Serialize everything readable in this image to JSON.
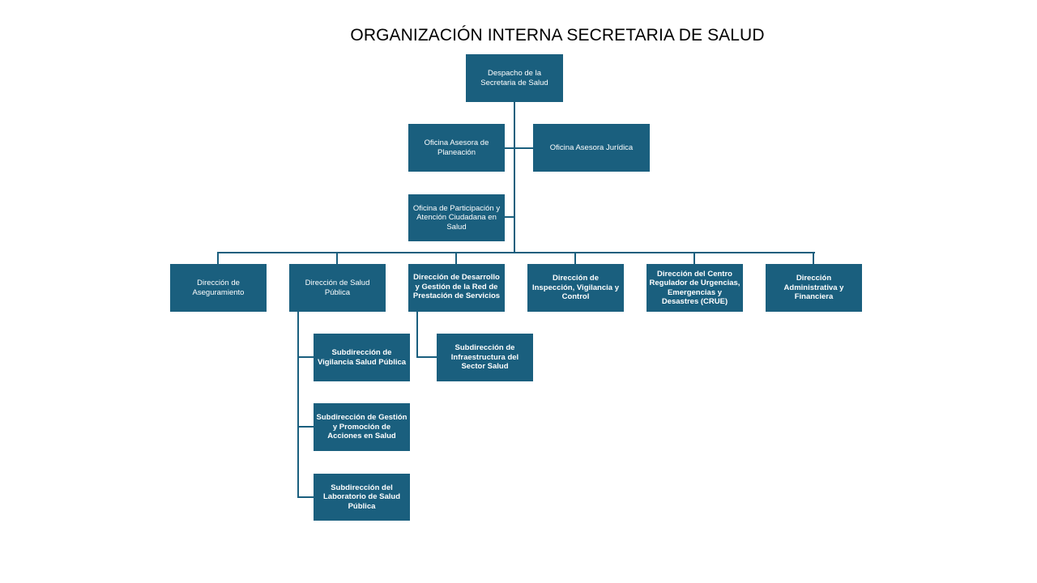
{
  "title": "ORGANIZACIÓN INTERNA SECRETARIA DE SALUD",
  "colors": {
    "box_fill": "#1a5f7e",
    "box_text": "#ffffff",
    "connector": "#1a5f7e"
  },
  "nodes": {
    "despacho": "Despacho de la\nSecretaria de Salud",
    "oficina_planeacion": "Oficina Asesora de\nPlaneación",
    "oficina_juridica": "Oficina Asesora Jurídica",
    "oficina_participacion": "Oficina de Participación y\nAtención Ciudadana en\nSalud",
    "direccion_aseguramiento": "Dirección de\nAseguramiento",
    "direccion_salud_publica": "Dirección de Salud\nPública",
    "direccion_desarrollo": "Dirección de Desarrollo\ny Gestión de la Red de\nPrestación de Servicios",
    "direccion_inspeccion": "Dirección de\nInspección, Vigilancia y\nControl",
    "direccion_crue": "Dirección del Centro\nRegulador de Urgencias,\nEmergencias y\nDesastres (CRUE)",
    "direccion_administrativa": "Dirección\nAdministrativa y\nFinanciera",
    "subdir_vigilancia": "Subdirección de\nVigilancia Salud Pública",
    "subdir_gestion": "Subdirección de Gestión\ny Promoción de\nAcciones en Salud",
    "subdir_laboratorio": "Subdirección del\nLaboratorio de Salud\nPública",
    "subdir_infraestructura": "Subdirección de\nInfraestructura del\nSector Salud"
  }
}
